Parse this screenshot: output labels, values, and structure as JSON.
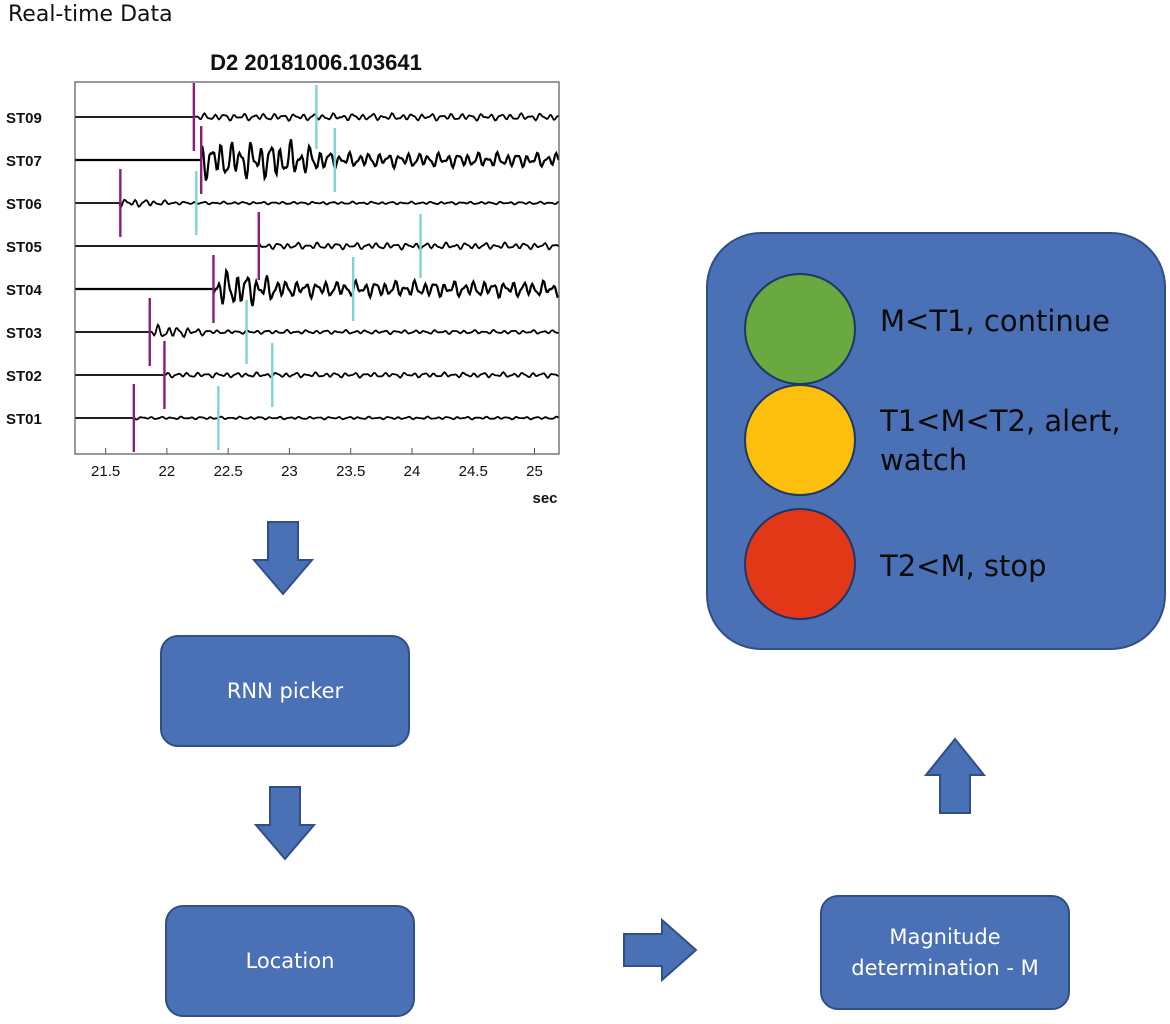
{
  "header": {
    "title": "Real-time Data"
  },
  "chart_data": {
    "type": "line",
    "title": "D2 20181006.103641",
    "xlabel": "sec",
    "xlim": [
      21.25,
      25.2
    ],
    "xticks": [
      21.5,
      22,
      22.5,
      23,
      23.5,
      24,
      24.5,
      25
    ],
    "tick_labels": [
      "21.5",
      "22",
      "22.5",
      "23",
      "23.5",
      "24",
      "24.5",
      "25"
    ],
    "grid": false,
    "series": [
      {
        "name": "ST09",
        "p_pick": 22.22,
        "s_pick": 23.22,
        "onset": 22.22,
        "amp": 0.18,
        "strong_until": 0,
        "strong_amp": 0,
        "seed": 9
      },
      {
        "name": "ST07",
        "p_pick": 22.28,
        "s_pick": 23.37,
        "onset": 22.28,
        "amp": 0.38,
        "strong_until": 23.0,
        "strong_amp": 1.0,
        "seed": 7
      },
      {
        "name": "ST06",
        "p_pick": 21.62,
        "s_pick": 22.24,
        "onset": 21.62,
        "amp": 0.07,
        "strong_until": 21.75,
        "strong_amp": 0.22,
        "seed": 6
      },
      {
        "name": "ST05",
        "p_pick": 22.75,
        "s_pick": 24.07,
        "onset": 22.75,
        "amp": 0.17,
        "strong_until": 0,
        "strong_amp": 0,
        "seed": 5
      },
      {
        "name": "ST04",
        "p_pick": 22.38,
        "s_pick": 23.52,
        "onset": 22.38,
        "amp": 0.42,
        "strong_until": 22.6,
        "strong_amp": 1.0,
        "seed": 4
      },
      {
        "name": "ST03",
        "p_pick": 21.86,
        "s_pick": 22.65,
        "onset": 21.86,
        "amp": 0.1,
        "strong_until": 22.0,
        "strong_amp": 0.35,
        "seed": 3
      },
      {
        "name": "ST02",
        "p_pick": 21.98,
        "s_pick": 22.86,
        "onset": 21.98,
        "amp": 0.13,
        "strong_until": 0,
        "strong_amp": 0,
        "seed": 2
      },
      {
        "name": "ST01",
        "p_pick": 21.73,
        "s_pick": 22.42,
        "onset": 21.73,
        "amp": 0.07,
        "strong_until": 0,
        "strong_amp": 0,
        "seed": 1
      }
    ],
    "colors": {
      "trace": "#000000",
      "p_pick": "#8a1d7a",
      "s_pick": "#7ed3d6"
    }
  },
  "flow": {
    "rnn_label": "RNN picker",
    "location_label": "Location",
    "magnitude_label": "Magnitude determination - M"
  },
  "decision": {
    "items": [
      {
        "label": "M<T1, continue",
        "color": "#6aa940"
      },
      {
        "label": "T1<M<T2, alert, watch",
        "color": "#fbbf0c"
      },
      {
        "label": "T2<M, stop",
        "color": "#e23817"
      }
    ]
  },
  "colors": {
    "box": "#4a70b5",
    "box_border": "#2f4f86"
  }
}
